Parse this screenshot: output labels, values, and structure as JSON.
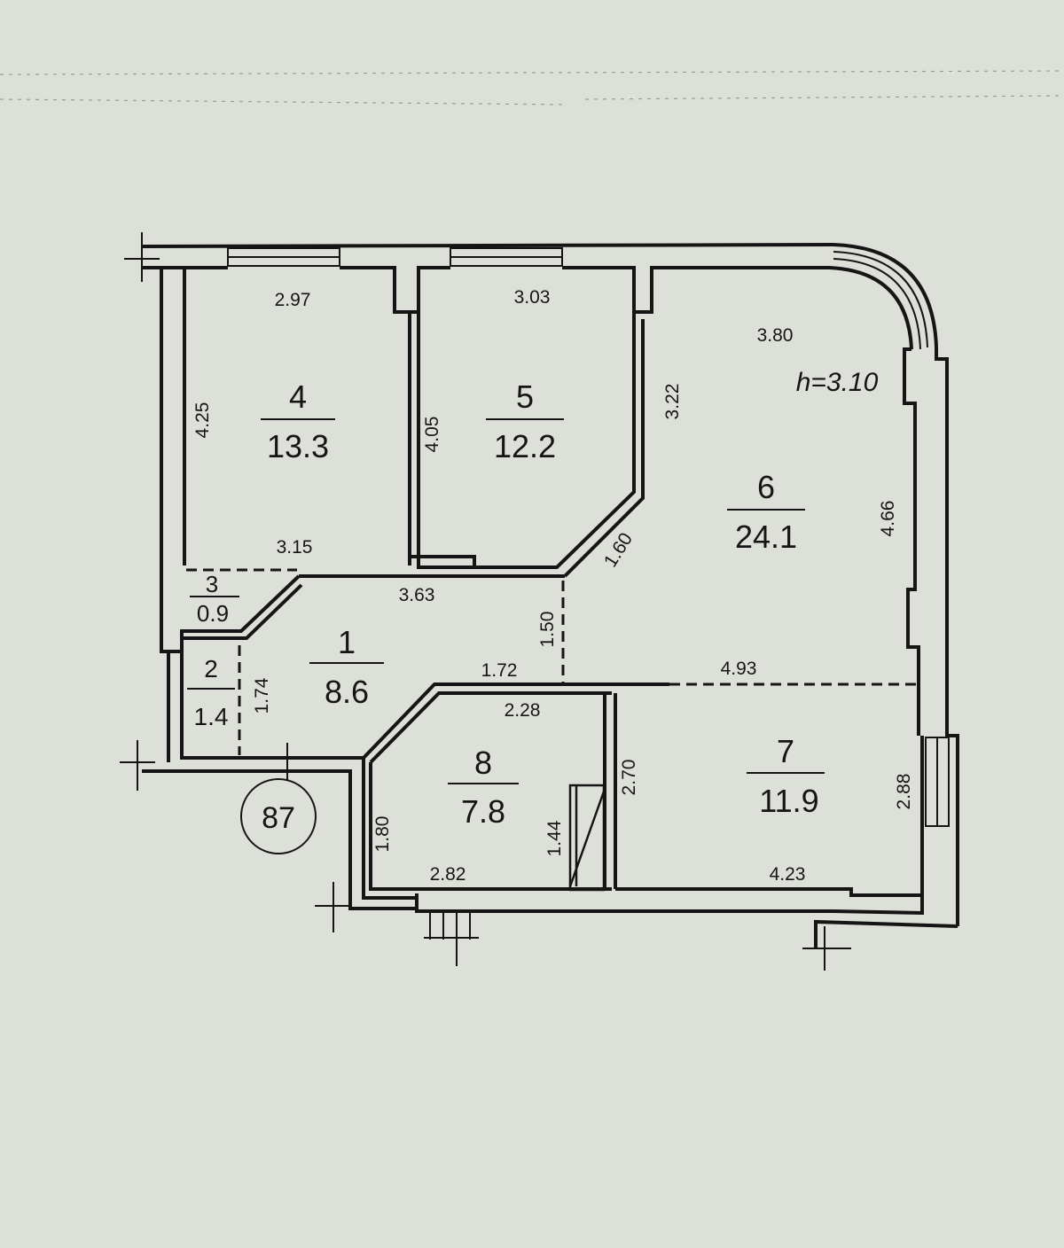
{
  "plan": {
    "apartment_number": "87",
    "ceiling_height": "h=3.10",
    "rooms": [
      {
        "id": "1",
        "number": "1",
        "area": "8.6"
      },
      {
        "id": "2",
        "number": "2",
        "area": "1.4"
      },
      {
        "id": "3",
        "number": "3",
        "area": "0.9"
      },
      {
        "id": "4",
        "number": "4",
        "area": "13.3"
      },
      {
        "id": "5",
        "number": "5",
        "area": "12.2"
      },
      {
        "id": "6",
        "number": "6",
        "area": "24.1"
      },
      {
        "id": "7",
        "number": "7",
        "area": "11.9"
      },
      {
        "id": "8",
        "number": "8",
        "area": "7.8"
      }
    ],
    "dimensions": {
      "r4_top": "2.97",
      "r4_left": "4.25",
      "r4_bottom": "3.15",
      "r5_top": "3.03",
      "r5_left": "4.05",
      "r6_top": "3.80",
      "r6_left": "3.22",
      "r6_diag": "1.60",
      "r6_right": "4.66",
      "r1_top": "3.63",
      "r1_right": "1.50",
      "r1_bottom": "1.72",
      "r2_right": "1.74",
      "r7_top": "4.93",
      "r7_left": "2.70",
      "r7_right": "2.88",
      "r7_bottom": "4.23",
      "r8_top": "2.28",
      "r8_left": "1.80",
      "r8_bottom": "2.82",
      "r8_closet": "1.44"
    }
  }
}
